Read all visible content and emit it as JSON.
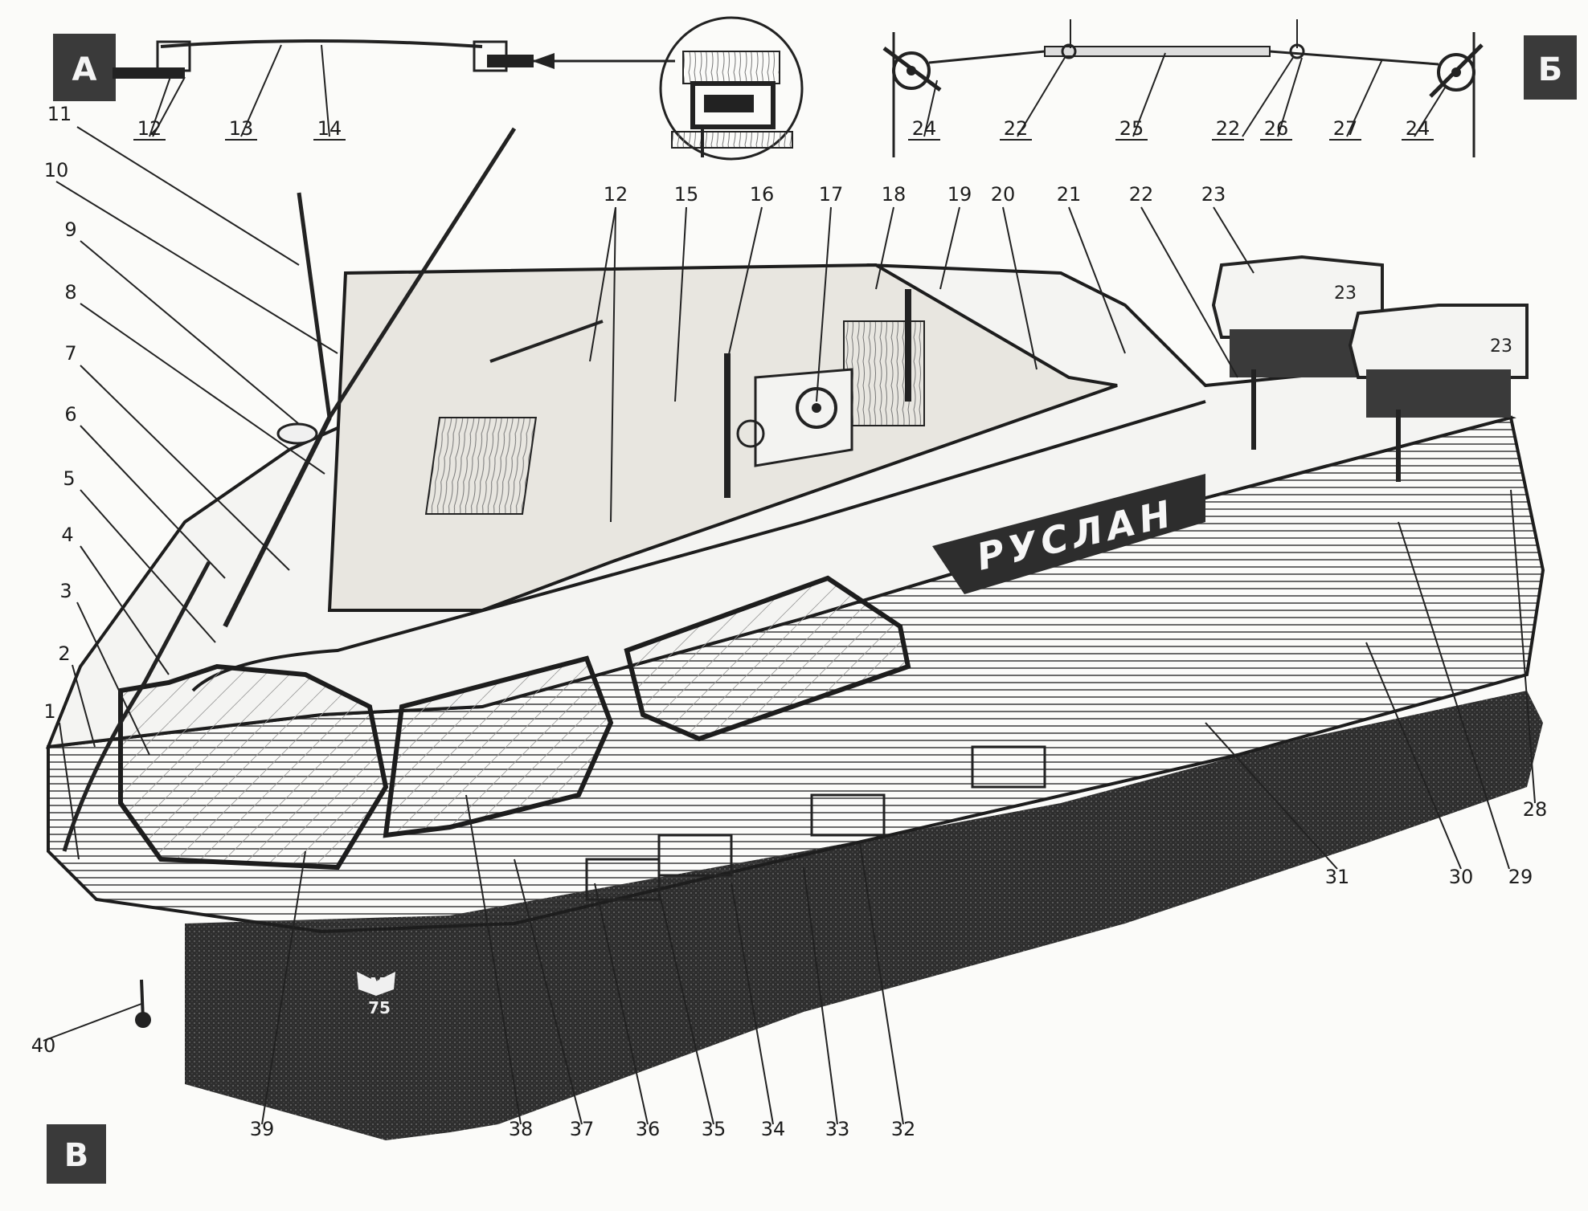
{
  "figure": {
    "boat_name": "РУСЛАН",
    "emblem": {
      "top": "М",
      "bottom": "75"
    },
    "panels": [
      {
        "key": "A",
        "letter": "А"
      },
      {
        "key": "B",
        "letter": "Б"
      },
      {
        "key": "V",
        "letter": "В"
      }
    ],
    "detail_a_labels": [
      "12",
      "13",
      "14"
    ],
    "detail_b_labels": [
      "24",
      "22",
      "25",
      "22",
      "26",
      "27",
      "24"
    ],
    "main_labels": [
      "1",
      "2",
      "3",
      "4",
      "5",
      "6",
      "7",
      "8",
      "9",
      "10",
      "11",
      "12",
      "15",
      "16",
      "17",
      "18",
      "19",
      "20",
      "21",
      "22",
      "23",
      "23",
      "23",
      "28",
      "29",
      "30",
      "31",
      "32",
      "33",
      "34",
      "35",
      "36",
      "37",
      "38",
      "39",
      "40"
    ],
    "colors": {
      "ink": "#1d1d1d",
      "paper": "#fbfbf9",
      "hull_dark": "#2c2c2c"
    }
  }
}
